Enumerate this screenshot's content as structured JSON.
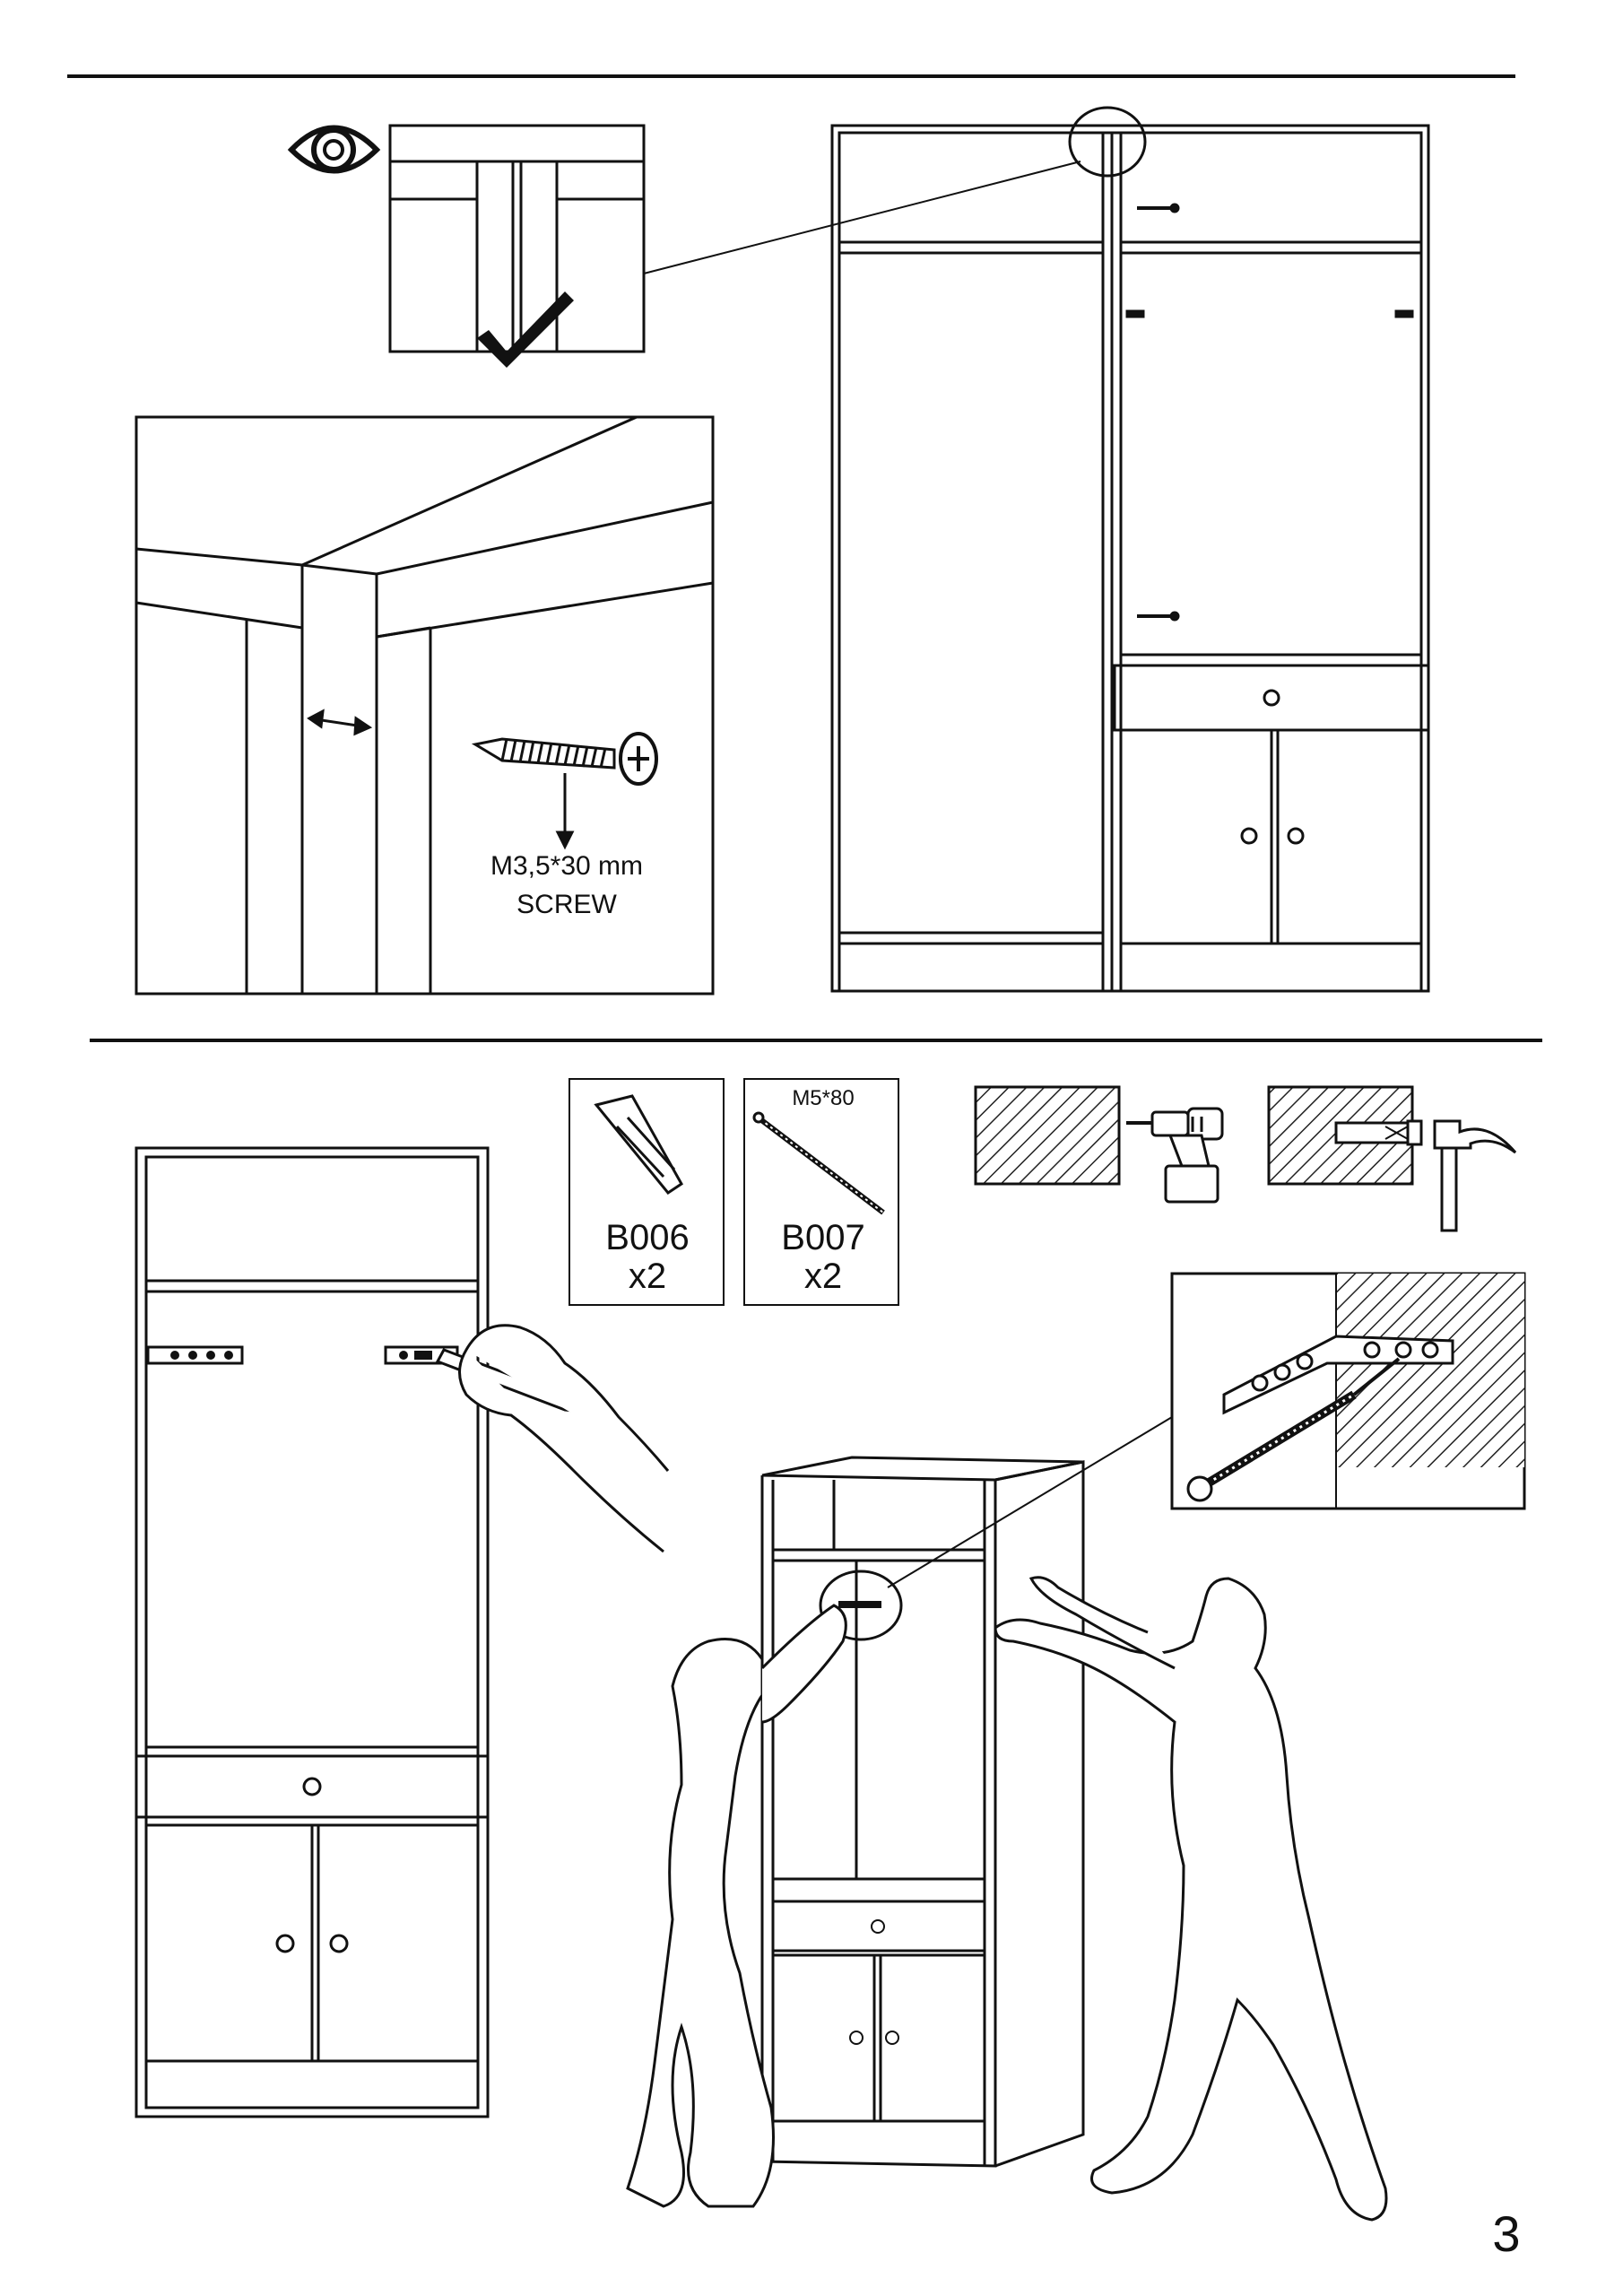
{
  "step_a": {
    "screw_size": "M3,5*30 mm",
    "screw_name": "SCREW"
  },
  "step_b": {
    "parts": [
      {
        "code": "B006",
        "qty": "x2",
        "spec": ""
      },
      {
        "code": "B007",
        "qty": "x2",
        "spec": "M5*80"
      }
    ],
    "tools": [
      "drill-icon",
      "hammer-icon"
    ]
  },
  "page_number": "3"
}
